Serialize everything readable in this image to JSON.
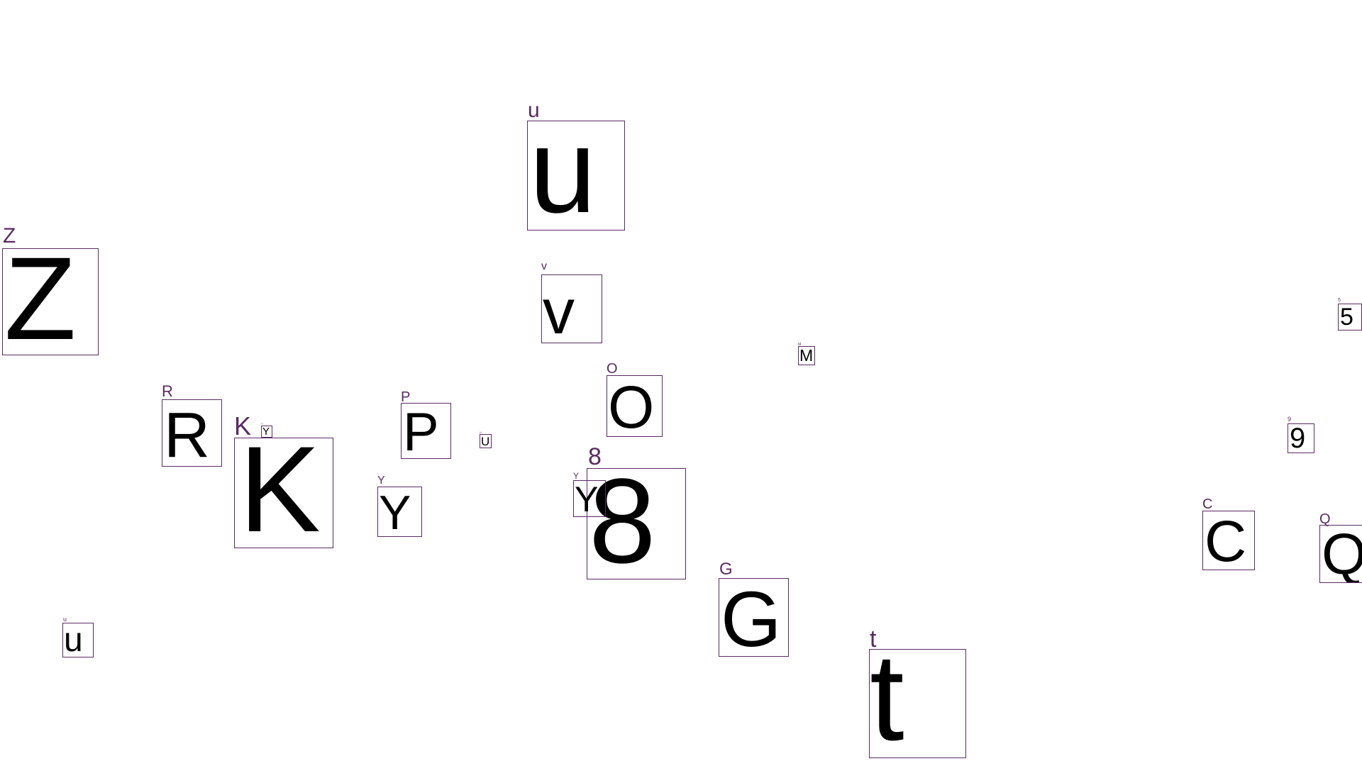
{
  "detections": [
    {
      "id": "u-large",
      "tag": "u",
      "glyph": "u"
    },
    {
      "id": "z",
      "tag": "Z",
      "glyph": "Z"
    },
    {
      "id": "v",
      "tag": "v",
      "glyph": "v"
    },
    {
      "id": "five",
      "tag": "5",
      "glyph": "5"
    },
    {
      "id": "m",
      "tag": "M",
      "glyph": "M"
    },
    {
      "id": "r",
      "tag": "R",
      "glyph": "R"
    },
    {
      "id": "o",
      "tag": "O",
      "glyph": "O"
    },
    {
      "id": "k",
      "tag": "K",
      "glyph": "K"
    },
    {
      "id": "y-small",
      "tag": "Y",
      "glyph": "Y"
    },
    {
      "id": "p",
      "tag": "P",
      "glyph": "P"
    },
    {
      "id": "u-tiny",
      "tag": "U",
      "glyph": "U"
    },
    {
      "id": "nine",
      "tag": "9",
      "glyph": "9"
    },
    {
      "id": "y-left",
      "tag": "Y",
      "glyph": "Y"
    },
    {
      "id": "eight",
      "tag": "8",
      "glyph": "8"
    },
    {
      "id": "y-mid",
      "tag": "Y",
      "glyph": "Y"
    },
    {
      "id": "c",
      "tag": "C",
      "glyph": "C"
    },
    {
      "id": "q",
      "tag": "Q",
      "glyph": "Q"
    },
    {
      "id": "g",
      "tag": "G",
      "glyph": "G"
    },
    {
      "id": "u-small",
      "tag": "u",
      "glyph": "u"
    },
    {
      "id": "t",
      "tag": "t",
      "glyph": "t"
    }
  ],
  "colors": {
    "box_border": "#5b2a63",
    "tag_text": "#5b2a63",
    "glyph_text": "#000000",
    "background": "#ffffff"
  }
}
